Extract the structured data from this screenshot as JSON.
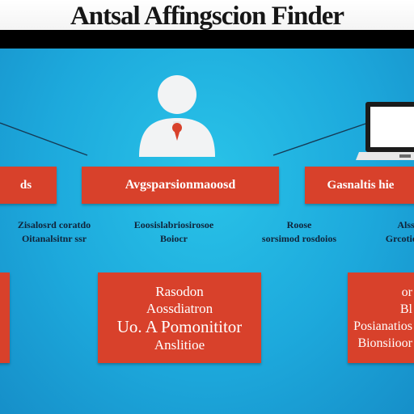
{
  "title": "Antsal Affingscion Finder",
  "colors": {
    "background": "#1da9dc",
    "box": "#d8412b",
    "box_text": "#ffffff",
    "label_text": "#10243a",
    "title_text": "#161616",
    "pin": "#d8412b"
  },
  "icons": {
    "person": "person-icon",
    "laptop": "laptop-icon"
  },
  "top_boxes": [
    {
      "lines": [
        "ds"
      ]
    },
    {
      "lines": [
        "Avgsparsionmaoosd"
      ]
    },
    {
      "lines": [
        "Gasnaltis hie"
      ]
    }
  ],
  "middle_labels": [
    {
      "lines": [
        "Zisalosrd coratdo",
        "Oitanalsitnr ssr"
      ]
    },
    {
      "lines": [
        "Eoosislabriosirosoe",
        "Boiocr"
      ]
    },
    {
      "lines": [
        "Roose",
        "sorsimod rosdoios"
      ]
    },
    {
      "lines": [
        "Alss",
        "Grcotioor"
      ]
    }
  ],
  "bottom_boxes": [
    {
      "lines": []
    },
    {
      "lines": [
        "Rasodon",
        "Aossdiatron",
        "Uo. A Pomonititor",
        "Anslitioe"
      ]
    },
    {
      "lines": [
        "or",
        "Bl",
        "Posianatios",
        "Bionsiioor"
      ]
    }
  ]
}
